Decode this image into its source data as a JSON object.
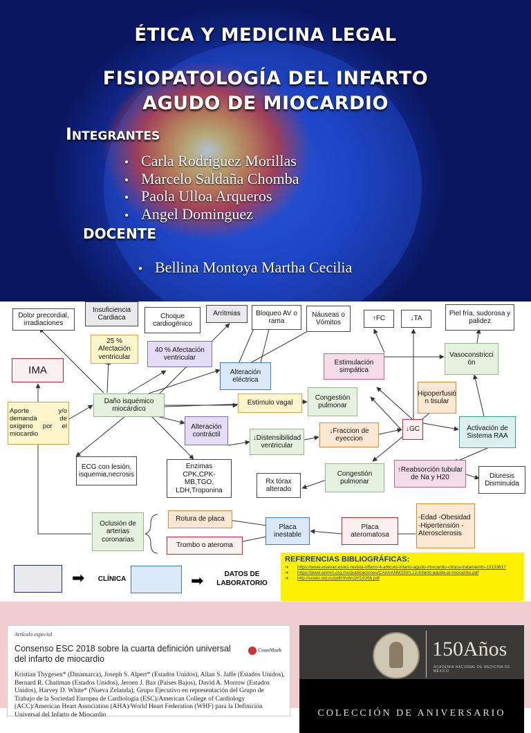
{
  "hero": {
    "course_title": "ÉTICA Y MEDICINA LEGAL",
    "topic_line1": "FISIOPATOLOGÍA DEL INFARTO",
    "topic_line2": "AGUDO DE MIOCARDIO",
    "members_heading": "Integrantes",
    "members": [
      "Carla Rodriguez Morillas",
      "Marcelo Saldaña Chomba",
      "Paola Ulloa Arqueros",
      "Angel Dominguez"
    ],
    "teacher_heading": "DOCENTE",
    "teacher": "Bellina Montoya Martha Cecilia"
  },
  "diagram": {
    "nodes": {
      "dolor": "Dolor precordial, irradiaciones",
      "insuf": "Insuficiencia Cardiaca",
      "choque": "Choque cardiogénico",
      "arritmias": "Arritmias",
      "bloqueo": "Bloqueo AV o rama",
      "nauseas": "Náuseas o Vómitos",
      "fc": "↑FC",
      "ta": "↓TA",
      "piel": "Piel fría, sudorosa y palidez",
      "afect25": "25 % Afectación ventricular",
      "afect40": "40 % Afectación ventricular",
      "alt_elec": "Alteración eléctrica",
      "estim_simp": "Estimulación simpática",
      "vasocon": "Vasoconstricci ón",
      "ima": "IMA",
      "aporte": "Aporte y/o demanda de oxígeno por el miocardio",
      "dano": "Daño isquémico miocárdico",
      "estim_vagal": "Estímulo vagal",
      "cong1": "Congestión pulmonar",
      "hipoperf": "Hipoperfusió n tisular",
      "alt_contr": "Alteración contráctil",
      "disten": "↓Distensibilidad ventricular",
      "fraccion": "↓Fraccion de eyeccion",
      "gc": "↓GC",
      "raa": "Activación de Sistema RAA",
      "ecg": "ECG con lesión, isquemia,necrosis",
      "enzimas": "Enzimas CPK,CPK-MB,TGO, LDH,Troponina",
      "rx": "Rx tórax alterado",
      "cong2": "Congestión pulmonar",
      "reabs": "↑Reabsorción tubular de Na y H20",
      "diuresis": "Diuresis Disminuida",
      "oclusion": "Oclusión de arterias coronarias",
      "rotura": "Rotura de placa",
      "trombo": "Trombo o ateroma",
      "placa_inest": "Placa inestable",
      "placa_ater": "Placa ateromatosa",
      "riesgos": "-Edad -Obesidad -Hipertensión -Aterosclerosis"
    },
    "legend": {
      "clinica": "CLÍNICA",
      "laboratorio": "DATOS DE LABORATORIO"
    },
    "references": {
      "title": "REFERENCIAS BIBLIOGRÁFICAS:",
      "items": [
        "https://www.elsevier.es/es-revista-offarm-4-articulo-infarto-agudo-miocardio-clinica-tratamiento-13133617",
        "https://www.anmm.org.mx/publicaciones/CAnivANM150/L12-Infarto-agudo-al-miocardio.pdf",
        "http://scielo.sld.cu/pdf/rf/v6n2/rf10206.pdf"
      ]
    },
    "colors": {
      "red": "#c22f3a",
      "orange": "#e08a2c",
      "green": "#98b48a",
      "purple": "#7f6bb0",
      "blue": "#3a78c9",
      "pink": "#b4668e",
      "teal": "#3b9a95"
    }
  },
  "article": {
    "tag": "Artículo especial",
    "title": "Consenso ESC 2018 sobre la cuarta definición universal del infarto de miocardio",
    "crossmark": "CrossMark",
    "authors": "Kristian Thygesen* (Dinamarca), Joseph S. Alpert* (Estados Unidos), Allan S. Jaffe (Estados Unidos), Bernard R. Chaitman (Estados Unidos), Jeroen J. Bax (Países Bajos), David A. Morrow (Estados Unidos), Harvey D. White* (Nueva Zelanda); Grupo Ejecutivo en representación del Grupo de Trabajo de la Sociedad Europea de Cardiología (ESC)/American College of Cardiology (ACC)/American Heart Association (AHA)/World Heart Federation (WHF) para la Definición Universal del Infarto de Miocardio"
  },
  "book": {
    "years": "150Años",
    "academy": "ACADEMIA NACIONAL DE MEDICINA DE MÉXICO",
    "collection": "COLECCIÓN DE ANIVERSARIO"
  }
}
